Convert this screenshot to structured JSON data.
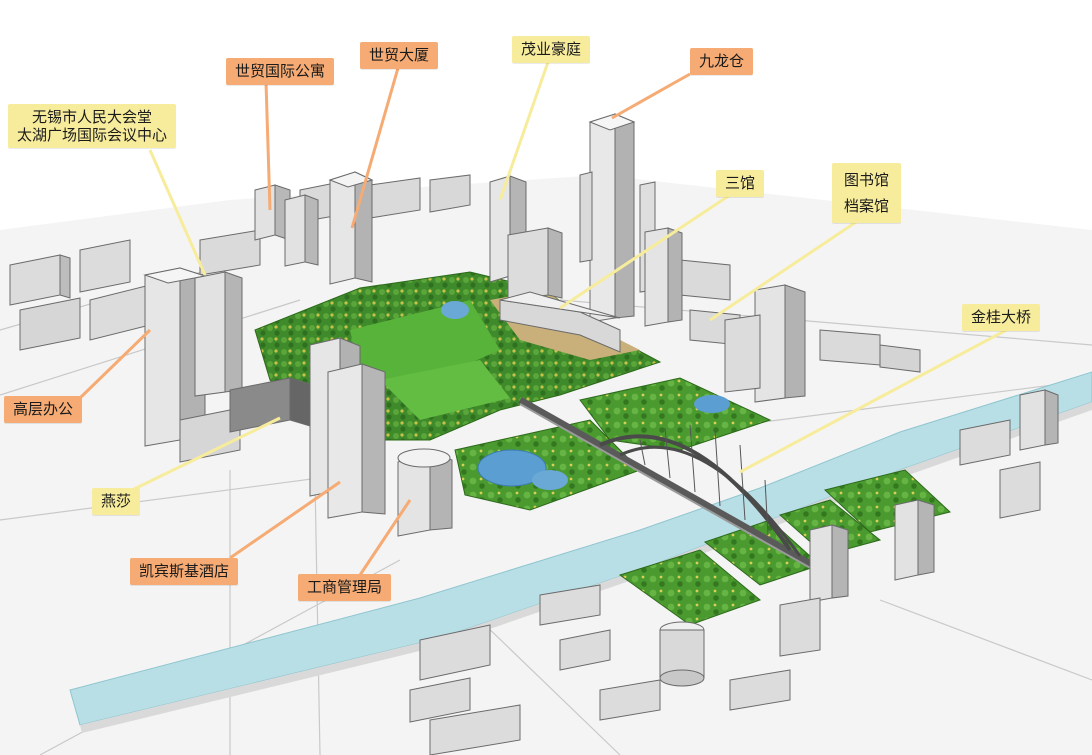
{
  "labels": {
    "shimao_apartment": "世贸国际公寓",
    "shimao_building": "世贸大厦",
    "maoye_court": "茂业豪庭",
    "kowloon_cang": "九龙仓",
    "hall_line1": "无锡市人民大会堂",
    "hall_line2": "太湖广场国际会议中心",
    "three_halls": "三馆",
    "library": "图书馆",
    "archives": "档案馆",
    "jingui_bridge": "金桂大桥",
    "highrise_office": "高层办公",
    "yansha": "燕莎",
    "kempinski": "凯宾斯基酒店",
    "icb_bureau": "工商管理局"
  },
  "colors": {
    "orange_label": "#f5ab73",
    "yellow_label": "#f7ec9c",
    "river": "#b9dfe6",
    "park_green": "#3f8a2a"
  }
}
